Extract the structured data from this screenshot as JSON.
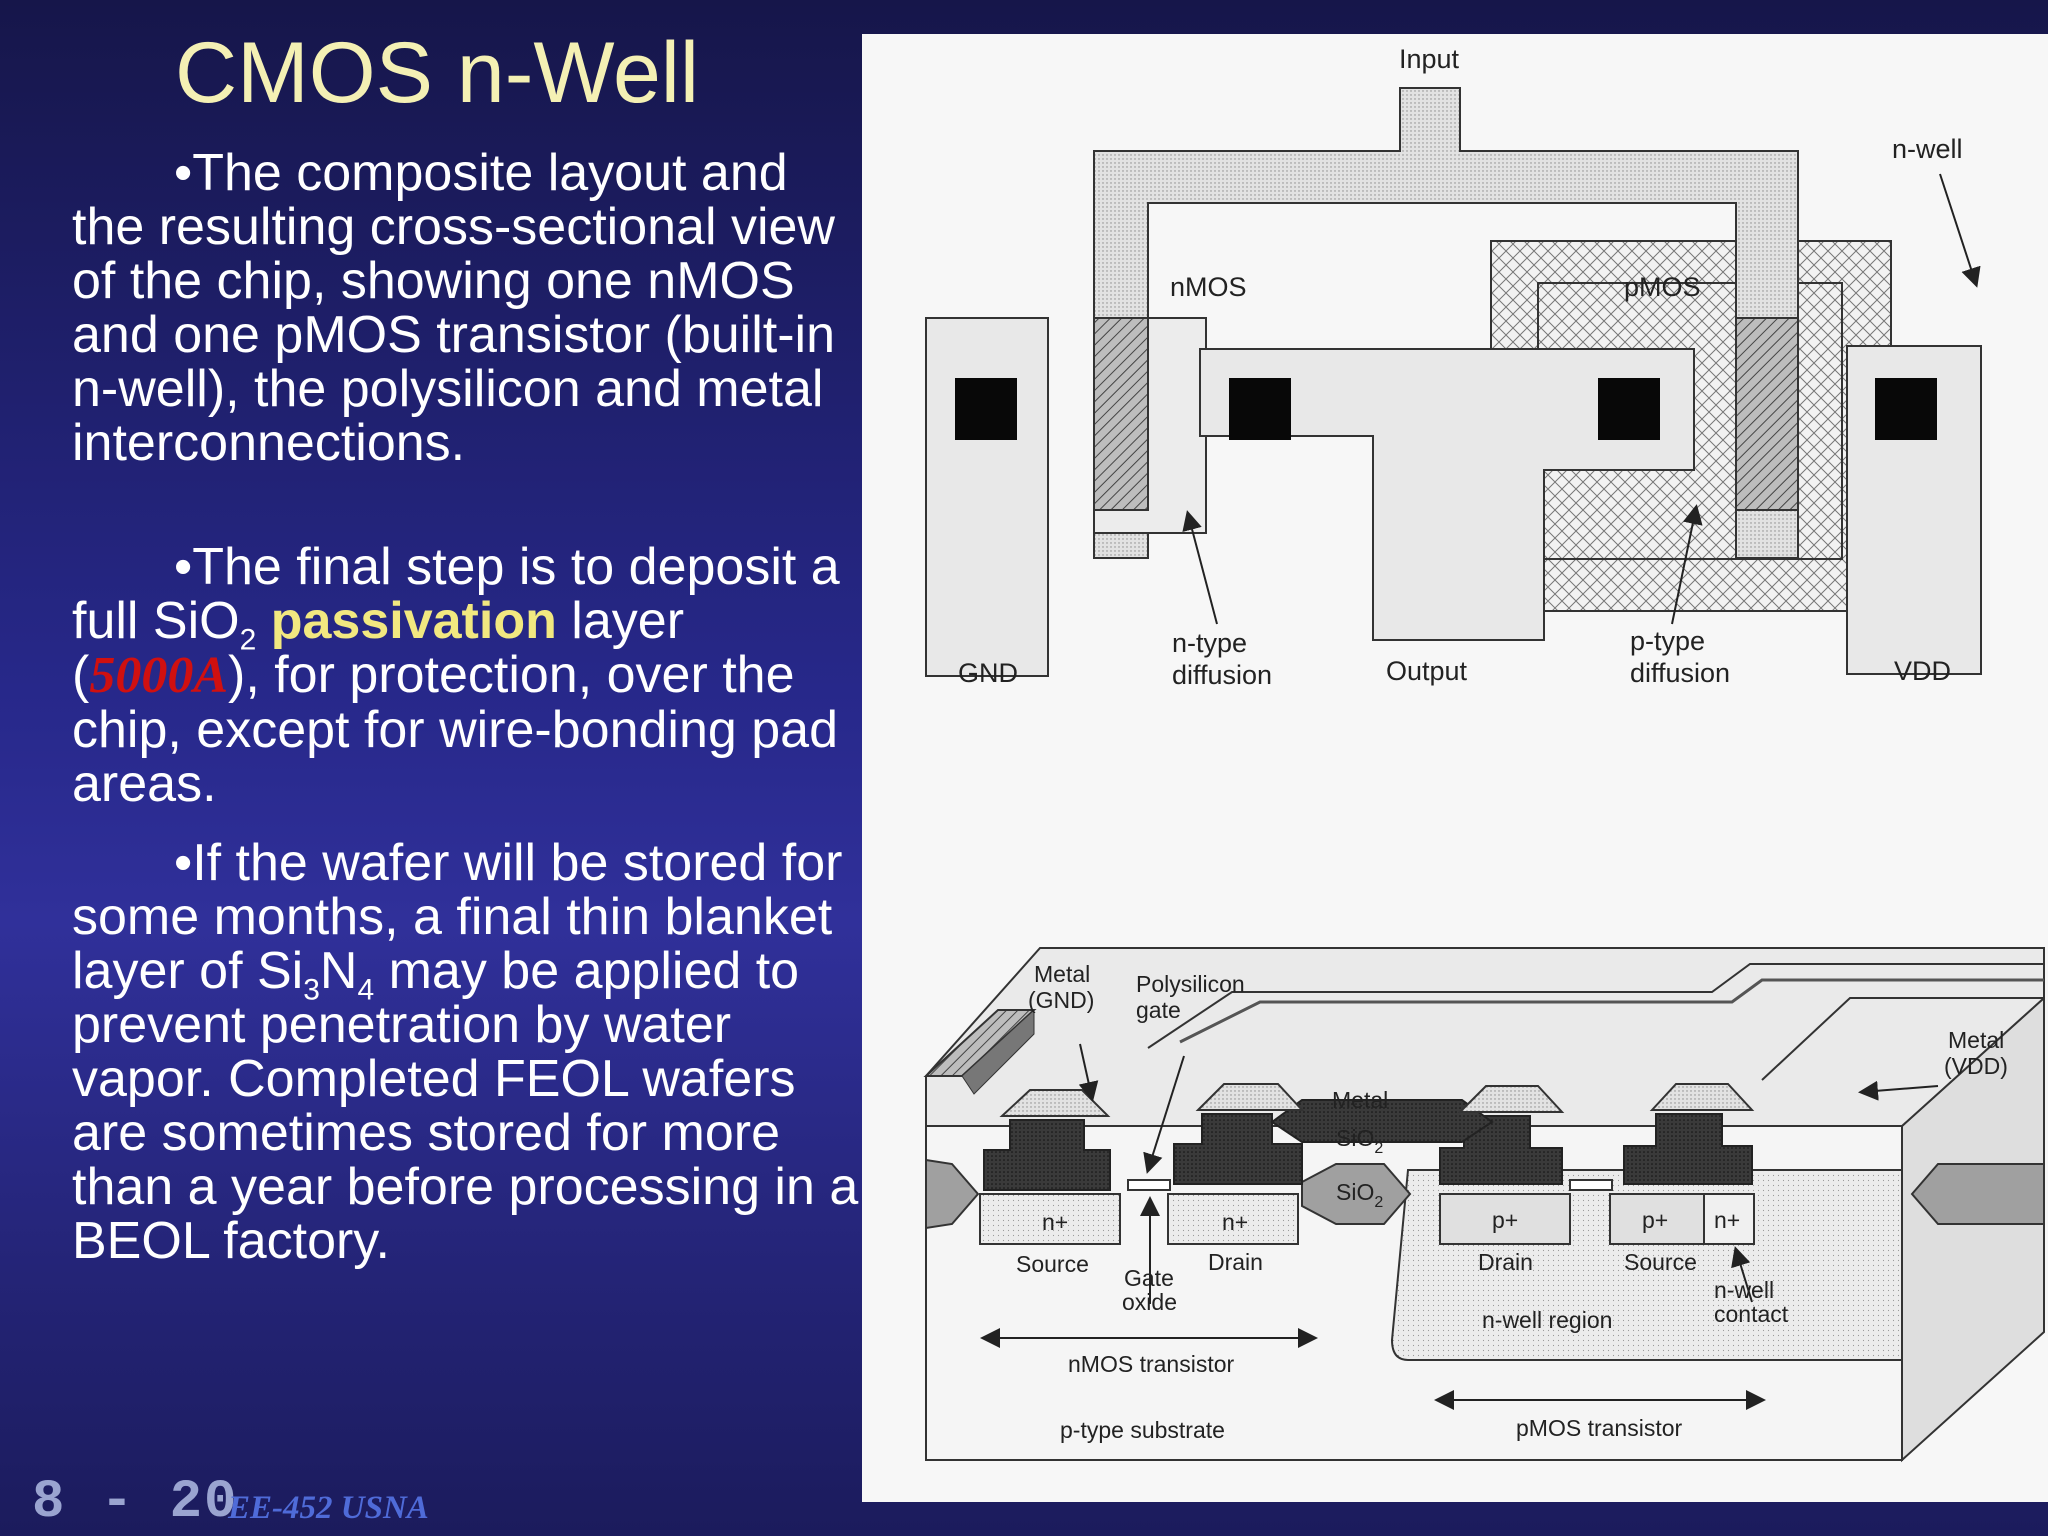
{
  "slide": {
    "title": "CMOS n-Well",
    "bullet1": {
      "text": "•The composite layout and the resulting cross-sectional view of the chip, showing one nMOS and one pMOS transistor (built-in n-well), the polysilicon and metal interconnections."
    },
    "bullet2": {
      "part1": "•The final step is to deposit a full SiO",
      "sub1": "2",
      "highlight": "passivation",
      "part2": " layer (",
      "value": "5000A",
      "part3": "), for protection, over the chip, except for wire-bonding pad areas."
    },
    "bullet3": {
      "part1": "•If the wafer will be stored for some months, a final thin blanket layer of Si",
      "sub1": "3",
      "part2": "N",
      "sub2": "4",
      "part3": " may be applied to prevent penetration by water vapor. Completed FEOL wafers are sometimes stored for more than a year before processing in a BEOL factory."
    }
  },
  "layout_figure": {
    "input": "Input",
    "n_well": "n-well",
    "nmos": "nMOS",
    "pmos": "pMOS",
    "gnd": "GND",
    "n_type_diff_1": "n-type",
    "n_type_diff_2": "diffusion",
    "output": "Output",
    "p_type_diff_1": "p-type",
    "p_type_diff_2": "diffusion",
    "vdd": "VDD"
  },
  "cross_section": {
    "metal_gnd_1": "Metal",
    "metal_gnd_2": "(GND)",
    "poly_gate_1": "Polysilicon",
    "poly_gate_2": "gate",
    "metal": "Metal",
    "sio2_a": "SiO",
    "sio2_a_sub": "2",
    "sio2_b": "SiO",
    "sio2_b_sub": "2",
    "metal_vdd_1": "Metal",
    "metal_vdd_2": "(VDD)",
    "n_plus_1": "n+",
    "n_plus_2": "n+",
    "p_plus_1": "p+",
    "p_plus_2": "p+",
    "n_plus_3": "n+",
    "source_1": "Source",
    "gate_oxide_1": "Gate",
    "gate_oxide_2": "oxide",
    "drain_1": "Drain",
    "drain_2": "Drain",
    "source_2": "Source",
    "nwell_contact_1": "n-well",
    "nwell_contact_2": "contact",
    "nwell_region": "n-well region",
    "nmos_transistor": "nMOS transistor",
    "pmos_transistor": "pMOS transistor",
    "substrate": "p-type substrate"
  },
  "footer": {
    "slide_number": "8 - 20",
    "course": "EE-452  USNA"
  },
  "colors": {
    "title": "#f4f0b4",
    "highlight": "#f2e880",
    "value": "#d01010",
    "footer_number": "#9aa4d0",
    "footer_course": "#4f6bd8"
  }
}
